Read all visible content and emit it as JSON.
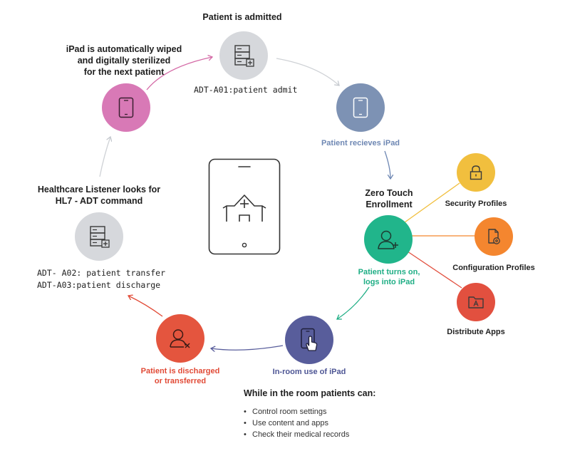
{
  "colors": {
    "gray_node": "#d6d8dc",
    "blue_node": "#7d92b4",
    "pink_node": "#d879b6",
    "green_node": "#21b58b",
    "purple_node": "#585d9b",
    "red_node": "#e4553e",
    "yellow_node": "#f1bf3e",
    "orange_node": "#f4862f",
    "distribute_node": "#e2503f",
    "blue_text": "#6e87b3",
    "green_text": "#1fae85",
    "purple_text": "#4d5594",
    "red_text": "#e14a36",
    "arrow_gray": "#cfd2d6",
    "arrow_pink": "#d46aa6"
  },
  "nodes": {
    "admit": {
      "label": "Patient is admitted",
      "code": "ADT-A01:patient admit",
      "icon": "server-plus-icon"
    },
    "receive": {
      "label": "Patient recieves iPad",
      "icon": "tablet-icon"
    },
    "enroll": {
      "title": [
        "Zero Touch",
        "Enrollment"
      ],
      "subtitle": [
        "Patient turns on,",
        "logs into iPad"
      ],
      "icon": "user-plus-icon"
    },
    "use": {
      "label": "In-room use of iPad",
      "icon": "tablet-touch-icon"
    },
    "discharge": {
      "label": [
        "Patient is discharged",
        "or transferred"
      ],
      "icon": "user-remove-icon"
    },
    "listener": {
      "title": [
        "Healthcare Listener looks for",
        "HL7 - ADT command"
      ],
      "codes": [
        "ADT- A02: patient transfer",
        "ADT-A03:patient discharge"
      ],
      "icon": "server-plus-icon"
    },
    "wipe": {
      "label": [
        "iPad is automatically wiped",
        "and digitally sterilized",
        "for the next patient"
      ],
      "icon": "tablet-icon"
    }
  },
  "branches": {
    "security": {
      "label": "Security Profiles",
      "icon": "lock-icon"
    },
    "config": {
      "label": "Configuration Profiles",
      "icon": "gear-document-icon"
    },
    "apps": {
      "label": "Distribute Apps",
      "icon": "app-folder-icon"
    }
  },
  "room": {
    "heading": "While in the room patients can:",
    "items": [
      "Control room settings",
      "Use content and apps",
      "Check their medical records"
    ]
  },
  "center_icon": "hospital-tablet-icon"
}
